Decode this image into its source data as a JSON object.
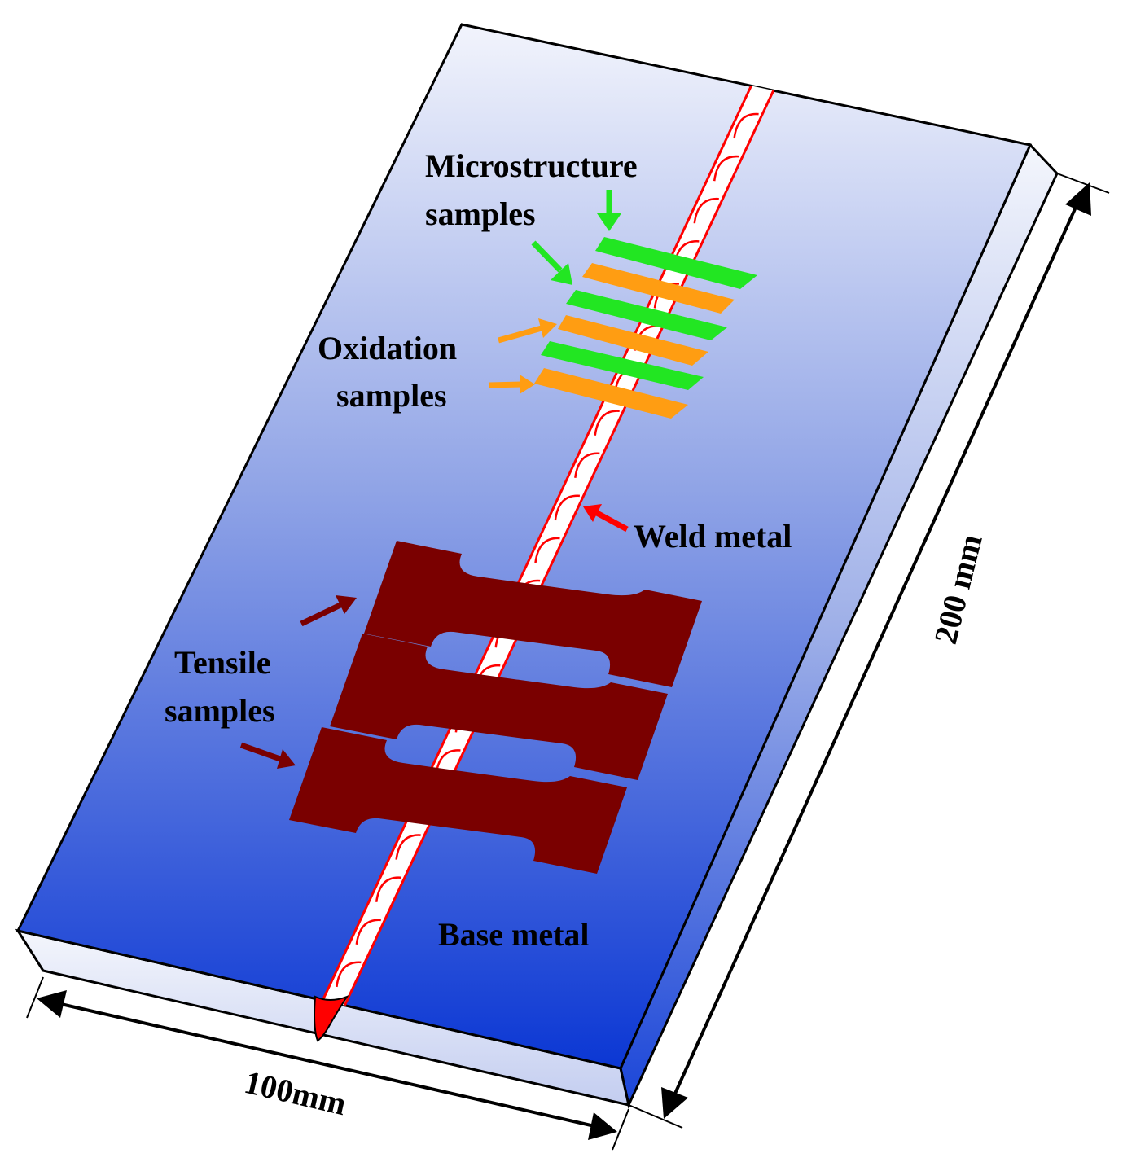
{
  "labels": {
    "microstructure_line1": "Microstructure",
    "microstructure_line2": "samples",
    "oxidation_line1": "Oxidation",
    "oxidation_line2": "samples",
    "weld_metal": "Weld metal",
    "tensile_line1": "Tensile",
    "tensile_line2": "samples",
    "base_metal": "Base metal"
  },
  "dimensions": {
    "width": "100mm",
    "length": "200 mm"
  },
  "colors": {
    "plate_top_light": "#eef1fb",
    "plate_bottom_dark": "#0836d6",
    "weld_bead_outline": "#ff0000",
    "weld_bead_fill": "#ffffff",
    "microstructure_sample": "#22e622",
    "oxidation_sample": "#ff9d12",
    "tensile_sample": "#7a0000",
    "weld_arrow": "#ff0000"
  },
  "counts": {
    "microstructure_samples": 3,
    "oxidation_samples": 3,
    "tensile_samples": 3
  }
}
